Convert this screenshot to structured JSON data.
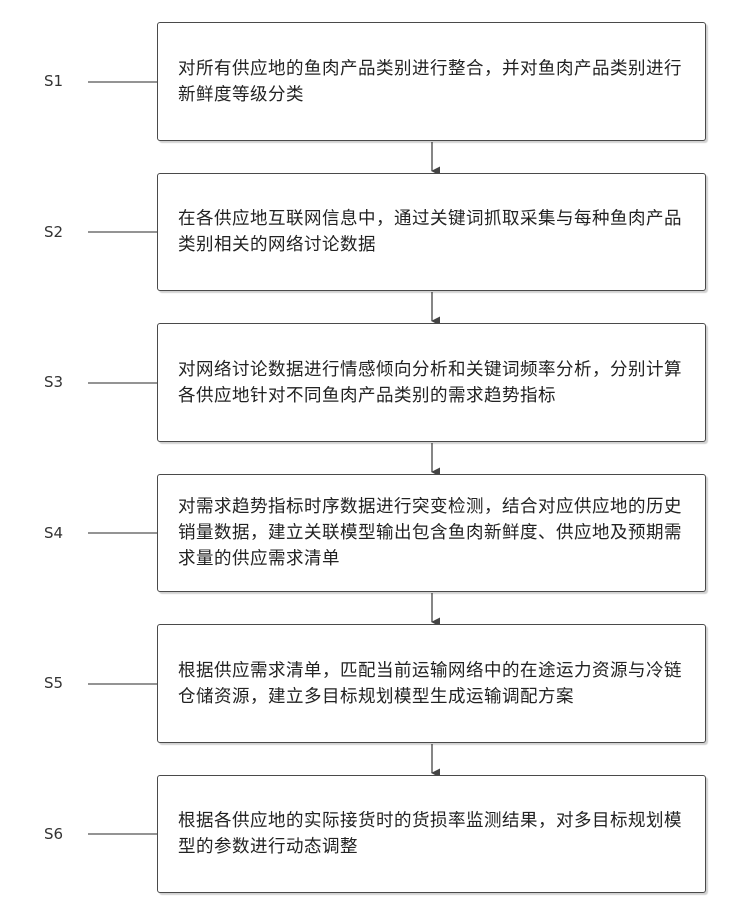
{
  "steps": [
    {
      "label": "S1",
      "text": "对所有供应地的鱼肉产品类别进行整合，并对鱼肉产品类别进行新鲜度等级分类"
    },
    {
      "label": "S2",
      "text": "在各供应地互联网信息中，通过关键词抓取采集与每种鱼肉产品类别相关的网络讨论数据"
    },
    {
      "label": "S3",
      "text": "对网络讨论数据进行情感倾向分析和关键词频率分析，分别计算各供应地针对不同鱼肉产品类别的需求趋势指标"
    },
    {
      "label": "S4",
      "text": "对需求趋势指标时序数据进行突变检测，结合对应供应地的历史销量数据，建立关联模型输出包含鱼肉新鲜度、供应地及预期需求量的供应需求清单"
    },
    {
      "label": "S5",
      "text": "根据供应需求清单，匹配当前运输网络中的在途运力资源与冷链仓储资源，建立多目标规划模型生成运输调配方案"
    },
    {
      "label": "S6",
      "text": "根据各供应地的实际接货时的货损率监测结果，对多目标规划模型的参数进行动态调整"
    }
  ]
}
